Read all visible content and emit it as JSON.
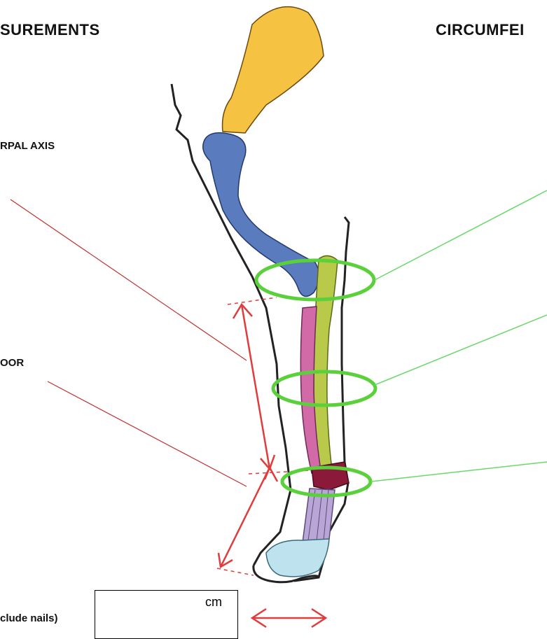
{
  "header": {
    "left_title": "SUREMENTS",
    "right_title": "CIRCUMFEI"
  },
  "labels": {
    "carpal_axis": "RPAL AXIS",
    "floor": "OOR",
    "nails": "clude nails)"
  },
  "input": {
    "unit": "cm"
  },
  "colors": {
    "scapula": "#f5c242",
    "humerus": "#5b7bbf",
    "radius": "#b9c94a",
    "ulna": "#d26aa8",
    "carpus": "#8b1a3a",
    "metacarpals": "#b9a6d6",
    "phalanges": "#bfe3ee",
    "measure_red": "#e23b3b",
    "ring_green": "#5ad13a",
    "pointer_green": "#6bd86b",
    "outline": "#222222"
  }
}
